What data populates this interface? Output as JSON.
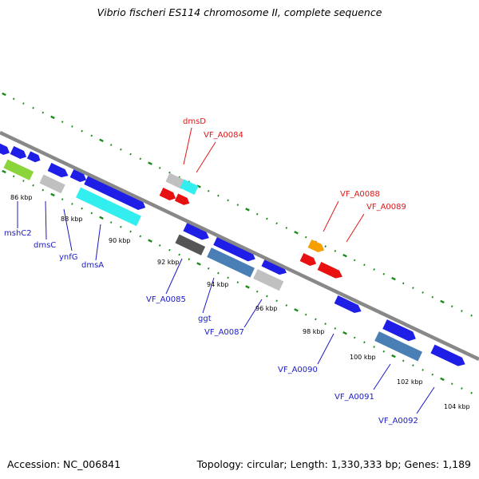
{
  "title": "Vibrio fischeri ES114 chromosome II, complete sequence",
  "footer": {
    "accession": "Accession: NC_006841",
    "summary": "Topology: circular; Length: 1,330,333 bp; Genes: 1,189"
  },
  "colors": {
    "backbone": "#888888",
    "tick": "#1a8a1a",
    "forward_label": "#e01818",
    "reverse_label": "#1a1ac8",
    "gene_blue": "#1e1ee6",
    "gene_cyan": "#33eeee",
    "gene_gray": "#c0c0c0",
    "gene_dark": "#555555",
    "gene_steel": "#4a7fb5",
    "gene_red": "#e81010",
    "gene_orange": "#f5a000",
    "gene_green": "#8bd43a"
  },
  "kbp_ticks": [
    "86 kbp",
    "88 kbp",
    "90 kbp",
    "92 kbp",
    "94 kbp",
    "96 kbp",
    "98 kbp",
    "100 kbp",
    "102 kbp",
    "104 kbp"
  ],
  "gene_labels": {
    "forward": [
      "dmsD",
      "VF_A0084",
      "VF_A0088",
      "VF_A0089"
    ],
    "reverse": [
      "mshC2",
      "dmsC",
      "ynfG",
      "dmsA",
      "VF_A0085",
      "ggt",
      "VF_A0087",
      "VF_A0090",
      "VF_A0091",
      "VF_A0092"
    ]
  }
}
